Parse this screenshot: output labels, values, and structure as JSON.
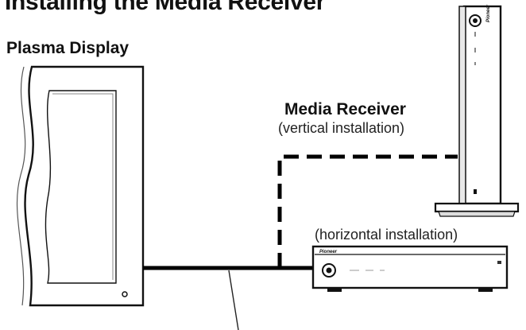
{
  "diagram": {
    "title": "Installing the Media Receiver",
    "display_label": "Plasma Display",
    "receiver_label": "Media Receiver",
    "vertical_caption": "(vertical installation)",
    "horizontal_caption": "(horizontal installation)",
    "brand_text": "Pioneer"
  }
}
